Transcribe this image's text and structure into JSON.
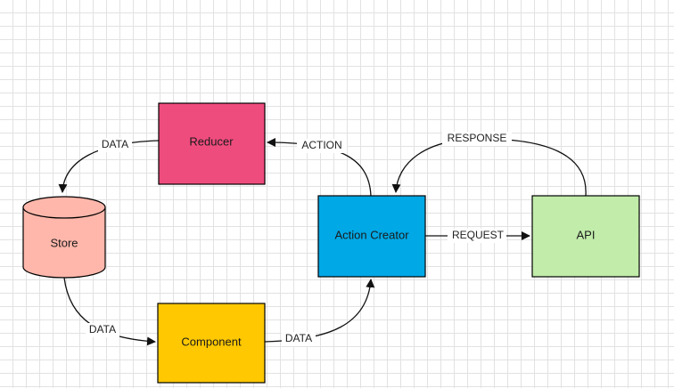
{
  "nodes": {
    "reducer": {
      "label": "Reducer",
      "color": "#ef4c7e"
    },
    "store": {
      "label": "Store",
      "color": "#ffb7ab"
    },
    "action_creator": {
      "label": "Action Creator",
      "color": "#00a8e6"
    },
    "api": {
      "label": "API",
      "color": "#c1ecaa"
    },
    "component": {
      "label": "Component",
      "color": "#ffc800"
    }
  },
  "edges": {
    "reducer_to_store": {
      "label": "DATA"
    },
    "store_to_component": {
      "label": "DATA"
    },
    "component_to_action": {
      "label": "DATA"
    },
    "action_to_reducer": {
      "label": "ACTION"
    },
    "action_to_api": {
      "label": "REQUEST"
    },
    "api_to_action": {
      "label": "RESPONSE"
    }
  }
}
